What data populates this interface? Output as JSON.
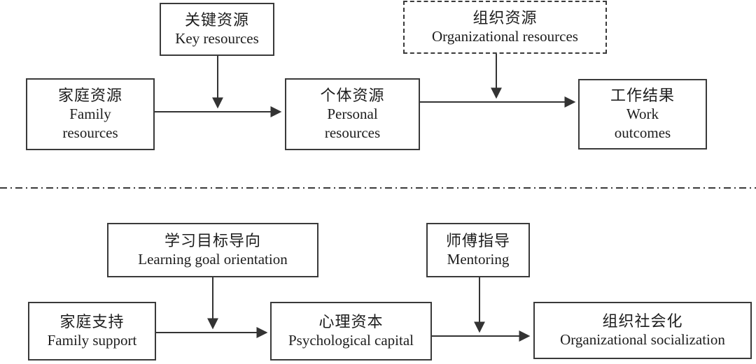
{
  "colors": {
    "background": "#ffffff",
    "box_border": "#3a3a3a",
    "text": "#1d1d1d",
    "connector_line": "#333333"
  },
  "nodes": {
    "key_resources": {
      "zh": "关键资源",
      "en": "Key resources"
    },
    "organizational_resources": {
      "zh": "组织资源",
      "en": "Organizational resources"
    },
    "family_resources": {
      "zh": "家庭资源",
      "en": "Family\nresources"
    },
    "personal_resources": {
      "zh": "个体资源",
      "en": "Personal\nresources"
    },
    "work_outcomes": {
      "zh": "工作结果",
      "en": "Work\noutcomes"
    },
    "learning_goal_orientation": {
      "zh": "学习目标导向",
      "en": "Learning goal orientation"
    },
    "mentoring": {
      "zh": "师傅指导",
      "en": "Mentoring"
    },
    "family_support": {
      "zh": "家庭支持",
      "en": "Family support"
    },
    "psychological_capital": {
      "zh": "心理资本",
      "en": "Psychological capital"
    },
    "organizational_socialization": {
      "zh": "组织社会化",
      "en": "Organizational socialization"
    }
  }
}
